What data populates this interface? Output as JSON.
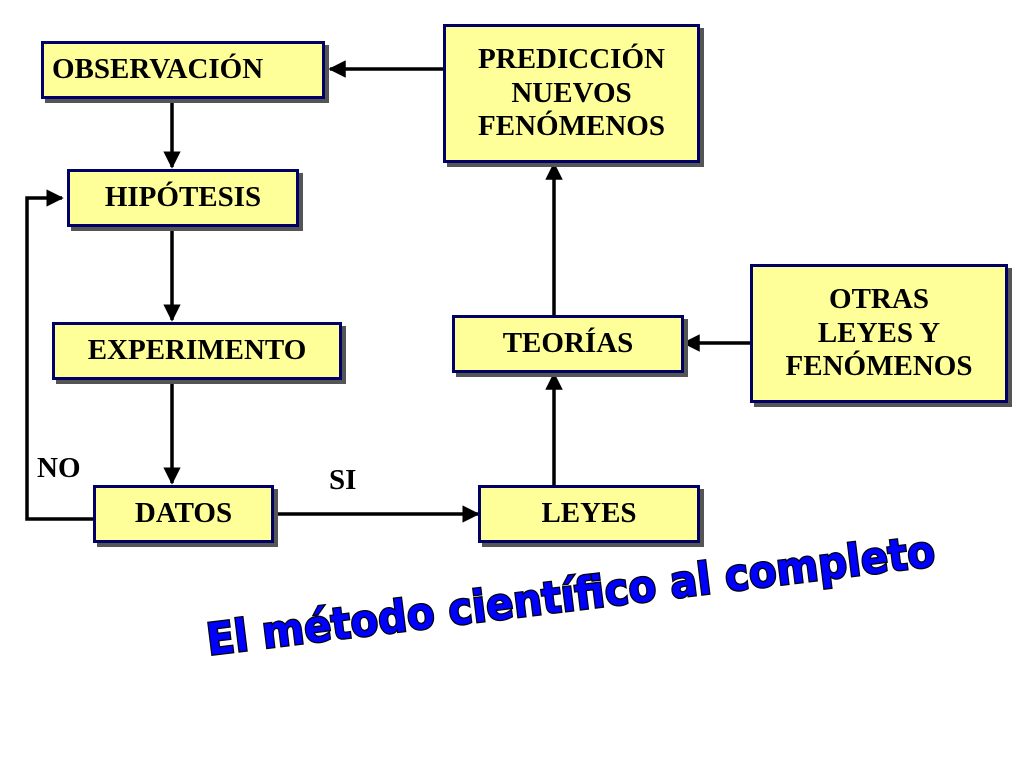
{
  "boxes": {
    "observacion": "OBSERVACIÓN",
    "prediccion": "PREDICCIÓN\nNUEVOS\nFENÓMENOS",
    "hipotesis": "HIPÓTESIS",
    "experimento": "EXPERIMENTO",
    "teorias": "TEORÍAS",
    "otras": "OTRAS\nLEYES Y\nFENÓMENOS",
    "datos": "DATOS",
    "leyes": "LEYES"
  },
  "labels": {
    "no": "NO",
    "si": "SI"
  },
  "title": "El método científico al completo",
  "colors": {
    "box_fill": "#ffff99",
    "box_border": "#000066",
    "title_fill": "#0000ff"
  }
}
